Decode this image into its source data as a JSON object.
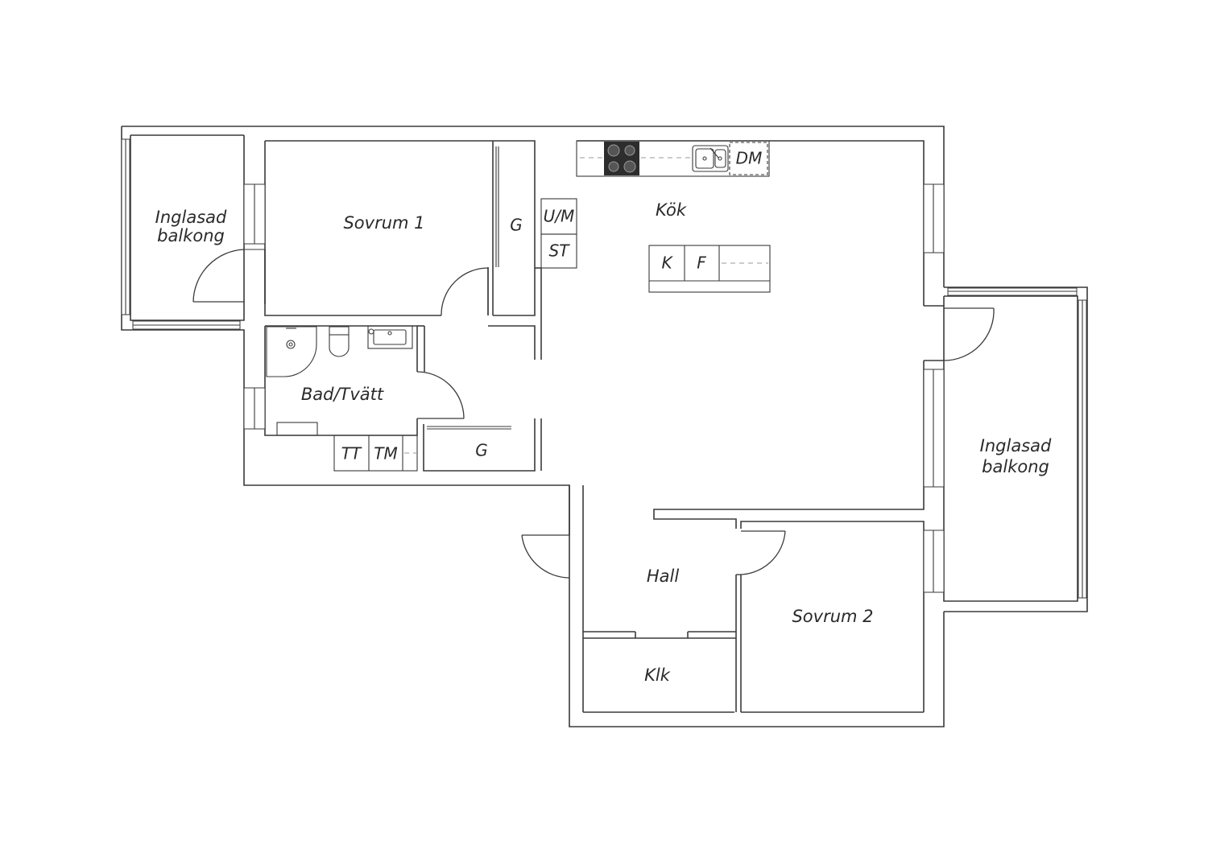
{
  "rooms": {
    "balcony_left": [
      "Inglasad",
      "balkong"
    ],
    "bedroom_1": "Sovrum 1",
    "closet_1": "G",
    "washer_label": "U/M",
    "storage_label": "ST",
    "kitchen": "Kök",
    "fridge_label": "K",
    "freezer_label": "F",
    "dishwasher_label": "DM",
    "bathroom": "Bad/Tvätt",
    "dryer_label": "TT",
    "washing_machine_label": "TM",
    "closet_2": "G",
    "balcony_right": [
      "Inglasad",
      "balkong"
    ],
    "hall": "Hall",
    "bedroom_2": "Sovrum 2",
    "walk_in_closet": "Klk"
  }
}
